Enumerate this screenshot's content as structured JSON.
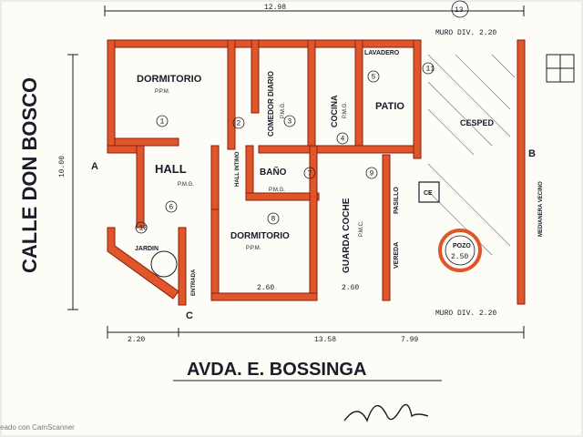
{
  "street_side": "CALLE DON BOSCO",
  "street_front": "AVDA. E. BOSSINGA",
  "sheet_number": "13",
  "rooms": {
    "dormitorio_top": "DORMITORIO",
    "dormitorio_top_sub": "P.P.M.",
    "comedor_diario": "COMEDOR DIARIO",
    "comedor_diario_sub": "P.M.G.",
    "cocina": "COCINA",
    "cocina_sub": "P.M.G.",
    "lavadero": "LAVADERO",
    "patio": "PATIO",
    "cesped": "CESPED",
    "hall": "HALL",
    "hall_sub": "P.M.G.",
    "hall_intimo": "HALL INTIMO",
    "bano": "BAÑO",
    "bano_sub": "P.M.G.",
    "dormitorio_bottom": "DORMITORIO",
    "dormitorio_bottom_sub": "P.P.M.",
    "guarda_coche": "GUARDA COCHE",
    "guarda_coche_sub": "P.M.C.",
    "pasillo": "PASILLO",
    "vereda": "VEREDA",
    "jardin": "JARDIN",
    "pozo": "POZO",
    "pozo_depth": "2.50",
    "entrada": "ENTRADA",
    "medianera_vecino": "MEDIANERA VECINO",
    "ce": "CE"
  },
  "dimensions": {
    "top_total": "12.98",
    "left_total": "10.00",
    "bottom_total": "13.58",
    "bottom_left": "2.20",
    "bottom_right": "7.99",
    "muro_top": "MURO DIV. 2.20",
    "muro_bottom": "MURO DIV. 2.20",
    "dormitorio_bottom_height": "2.60",
    "guarda_height": "2.60"
  },
  "markers": {
    "A": "A",
    "B": "B",
    "c": "C"
  },
  "room_numbers": [
    "1",
    "2",
    "3",
    "4",
    "5",
    "6",
    "7",
    "8",
    "9",
    "10",
    "11"
  ],
  "watermark": "eado con CamScanner"
}
